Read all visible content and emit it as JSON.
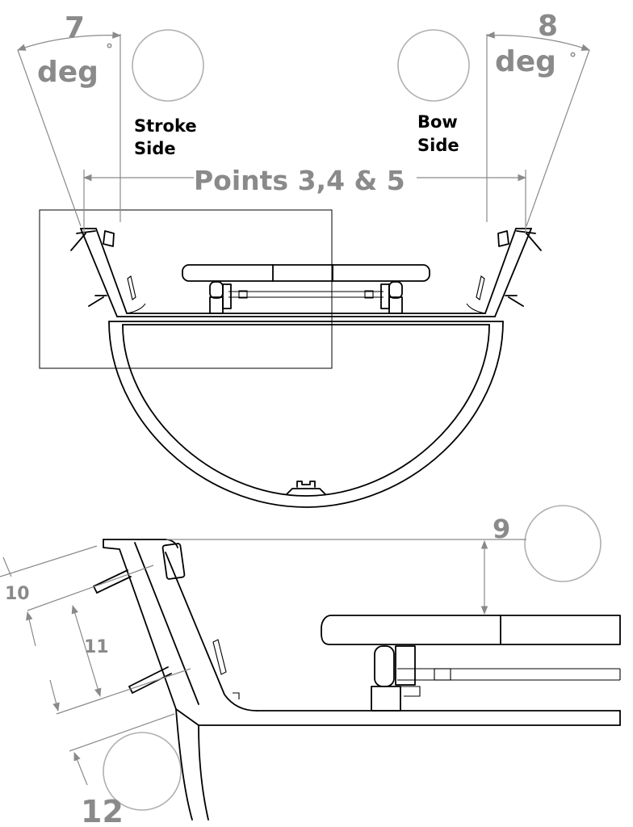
{
  "labels": {
    "angle_left_value": "7",
    "angle_left_unit": "deg",
    "angle_left_degree": "°",
    "angle_right_value": "8",
    "angle_right_unit": "deg",
    "angle_right_degree": "°",
    "stroke_side_line1": "Stroke",
    "stroke_side_line2": "Side",
    "bow_side_line1": "Bow",
    "bow_side_line2": "Side",
    "points": "Points 3,4 & 5",
    "dim_9": "9",
    "dim_10": "10",
    "dim_11": "11",
    "dim_12": "12"
  },
  "colors": {
    "outline": "#000000",
    "dimension": "#8a8a8a",
    "marker_circle": "#b0b0b0",
    "background": "#ffffff"
  }
}
